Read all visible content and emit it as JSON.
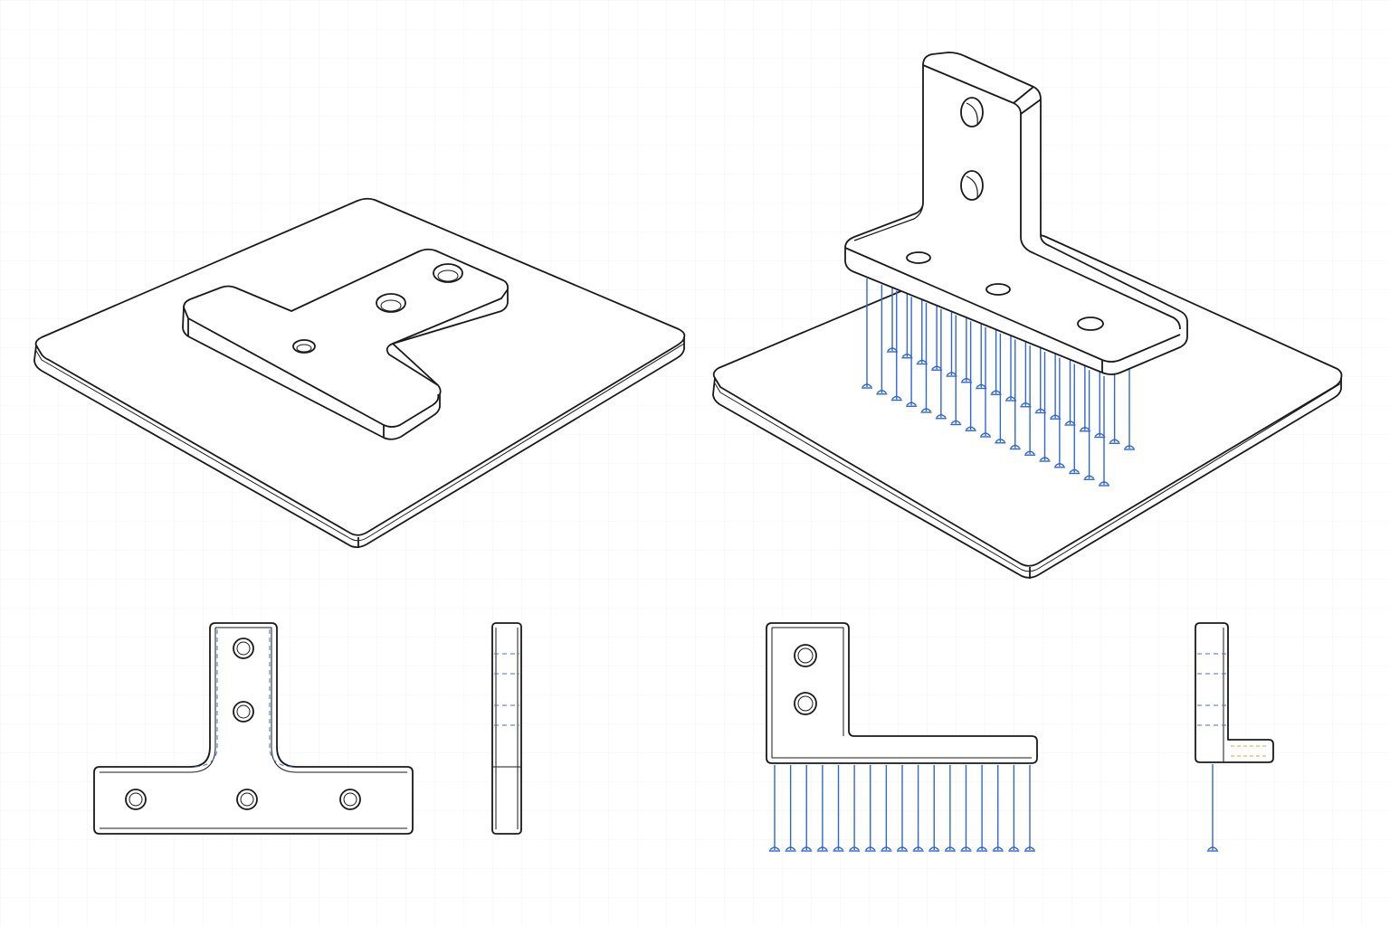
{
  "drawing": {
    "colors": {
      "background": "#ffffff",
      "grid": "#eef1f4",
      "outline": "#1a1a1a",
      "support": "#2f66d6",
      "hidden": "#3d6fd9",
      "insert": "#e0a040"
    },
    "views": [
      {
        "name": "iso-plate-t-bracket-flat",
        "support_pins": 0
      },
      {
        "name": "iso-plate-t-bracket-upright",
        "support_pins": 34
      },
      {
        "name": "front-view-t-bracket",
        "holes": 5
      },
      {
        "name": "side-view-t-bracket",
        "hidden_lines": 4
      },
      {
        "name": "front-view-upright-with-supports",
        "support_pins": 17,
        "holes": 2
      },
      {
        "name": "side-view-upright-with-supports",
        "support_pins": 1
      }
    ]
  }
}
